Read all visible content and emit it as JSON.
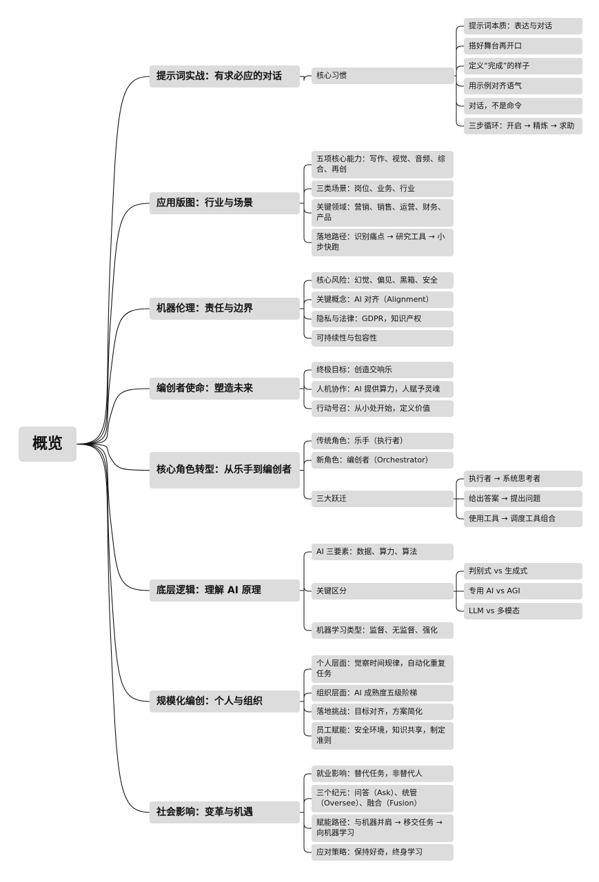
{
  "root": "概览",
  "branches": [
    {
      "title": "提示词实战：有求必应的对话",
      "children": [
        {
          "label": "核心习惯",
          "children": [
            "提示词本质：表达与对话",
            "搭好舞台再开口",
            "定义“完成”的样子",
            "用示例对齐语气",
            "对话，不是命令",
            "三步循环：开启 → 精炼 → 求助"
          ]
        }
      ]
    },
    {
      "title": "应用版图：行业与场景",
      "children": [
        {
          "label": "五项核心能力：写作、视觉、音频、综合、再创"
        },
        {
          "label": "三类场景：岗位、业务、行业"
        },
        {
          "label": "关键领域：营销、销售、运营、财务、产品"
        },
        {
          "label": "落地路径：识别痛点 → 研究工具 → 小步快跑"
        }
      ]
    },
    {
      "title": "机器伦理：责任与边界",
      "children": [
        {
          "label": "核心风险：幻觉、偏见、黑箱、安全"
        },
        {
          "label": "关键概念：AI 对齐（Alignment）"
        },
        {
          "label": "隐私与法律：GDPR，知识产权"
        },
        {
          "label": "可持续性与包容性"
        }
      ]
    },
    {
      "title": "编创者使命：塑造未来",
      "children": [
        {
          "label": "终极目标：创造交响乐"
        },
        {
          "label": "人机协作：AI 提供算力，人赋予灵魂"
        },
        {
          "label": "行动号召：从小处开始，定义价值"
        }
      ]
    },
    {
      "title": "核心角色转型：从乐手到编创者",
      "children": [
        {
          "label": "传统角色：乐手（执行者）"
        },
        {
          "label": "新角色：编创者（Orchestrator）"
        },
        {
          "label": "三大跃迁",
          "children": [
            "执行者 → 系统思考者",
            "给出答案 → 提出问题",
            "使用工具 → 调度工具组合"
          ]
        }
      ]
    },
    {
      "title": "底层逻辑：理解 AI 原理",
      "children": [
        {
          "label": "AI 三要素：数据、算力、算法"
        },
        {
          "label": "关键区分",
          "children": [
            "判别式 vs 生成式",
            "专用 AI vs AGI",
            "LLM vs 多模态"
          ]
        },
        {
          "label": "机器学习类型：监督、无监督、强化"
        }
      ]
    },
    {
      "title": "规模化编创：个人与组织",
      "children": [
        {
          "label": "个人层面：觉察时间规律，自动化重复任务"
        },
        {
          "label": "组织层面：AI 成熟度五级阶梯"
        },
        {
          "label": "落地挑战：目标对齐，方案简化"
        },
        {
          "label": "员工赋能：安全环境，知识共享，制定准则"
        }
      ]
    },
    {
      "title": "社会影响：变革与机遇",
      "children": [
        {
          "label": "就业影响：替代任务，非替代人"
        },
        {
          "label": "三个纪元：问答（Ask）、统管（Oversee）、融合（Fusion）"
        },
        {
          "label": "赋能路径：与机器并肩 → 移交任务 → 向机器学习"
        },
        {
          "label": "应对策略：保持好奇，终身学习"
        }
      ]
    }
  ]
}
